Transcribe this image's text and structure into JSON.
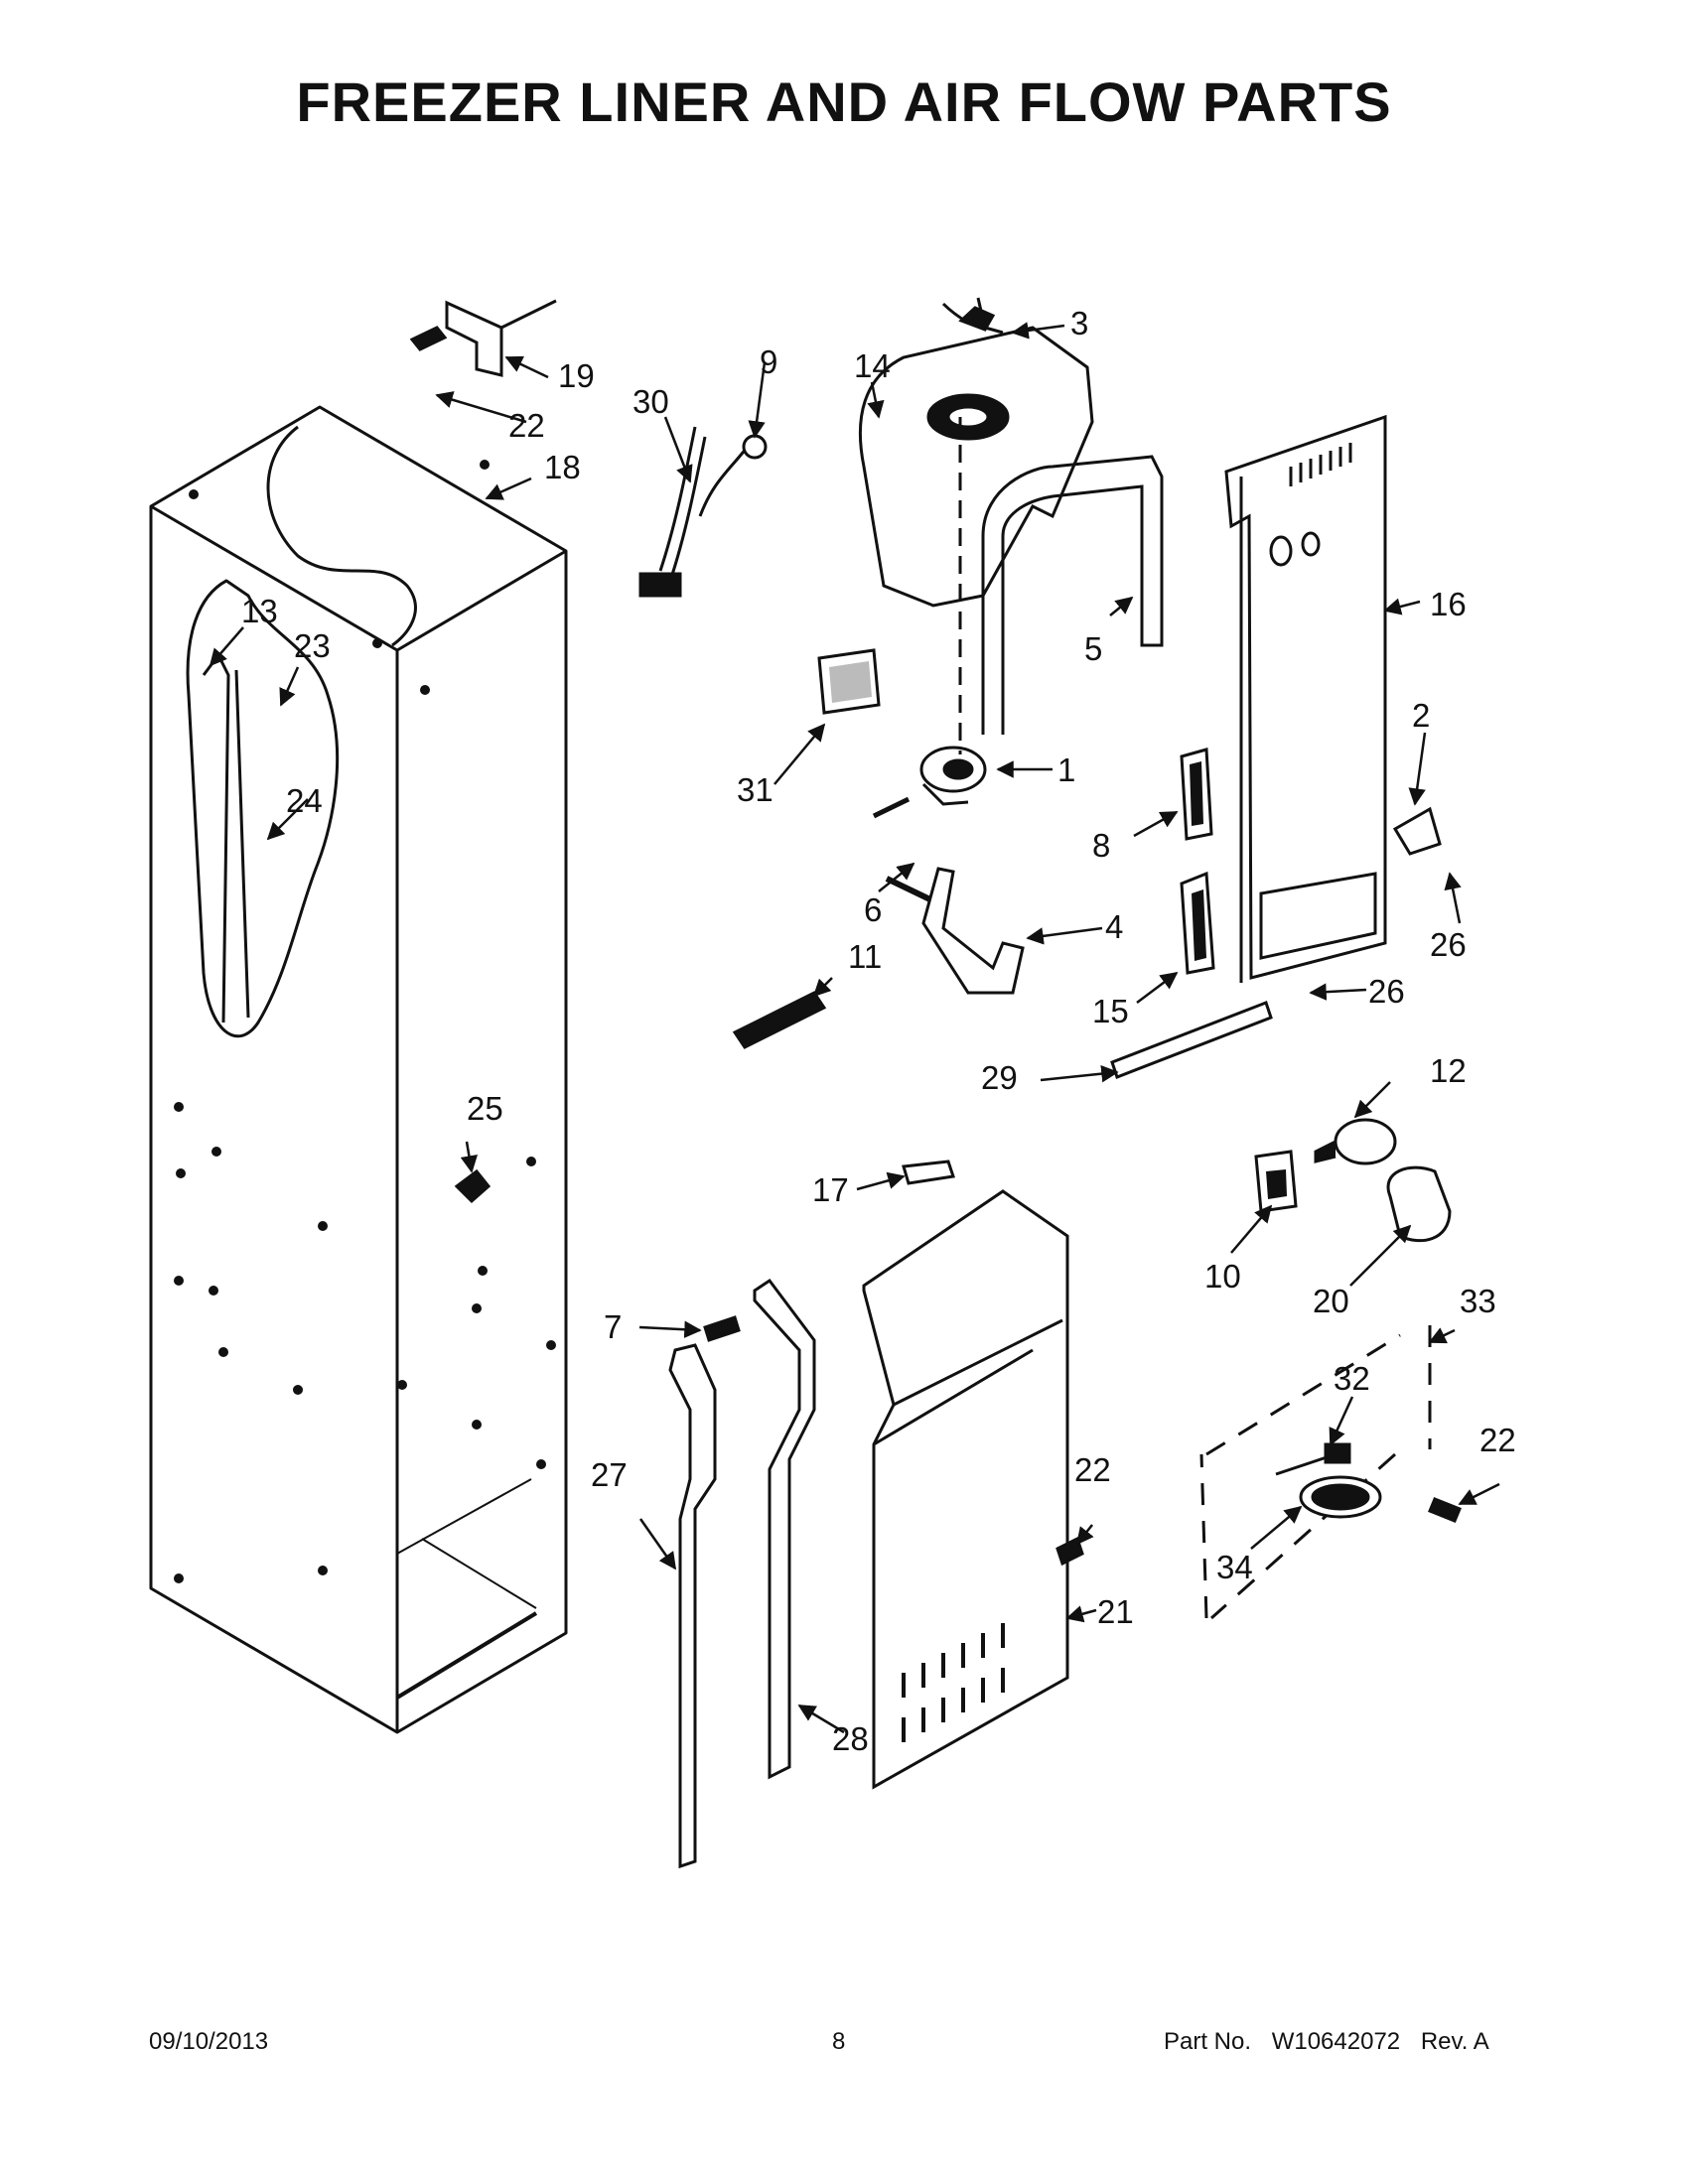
{
  "title": "FREEZER LINER AND AIR FLOW PARTS",
  "callouts": {
    "p1": "1",
    "p2": "2",
    "p3": "3",
    "p4": "4",
    "p5": "5",
    "p6": "6",
    "p7": "7",
    "p8": "8",
    "p9": "9",
    "p10": "10",
    "p11": "11",
    "p12": "12",
    "p13": "13",
    "p14": "14",
    "p15": "15",
    "p16": "16",
    "p17": "17",
    "p18": "18",
    "p19": "19",
    "p20": "20",
    "p21": "21",
    "p22": "22",
    "p23": "23",
    "p24": "24",
    "p25": "25",
    "p26": "26",
    "p27": "27",
    "p28": "28",
    "p29": "29",
    "p30": "30",
    "p31": "31",
    "p32": "32",
    "p33": "33",
    "p34": "34"
  },
  "footer": {
    "date": "09/10/2013",
    "page": "8",
    "part_label": "Part No.",
    "part_number": "W10642072",
    "revision": "Rev.  A"
  }
}
